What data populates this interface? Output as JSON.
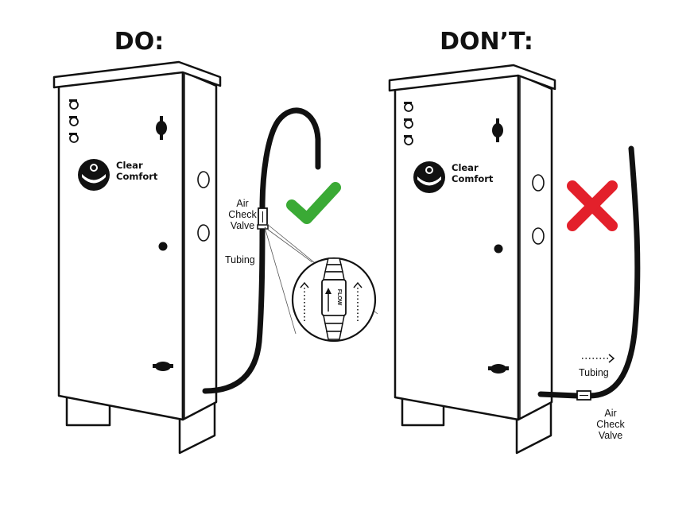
{
  "panels": {
    "do": {
      "heading": "DO:",
      "brand_line1": "Clear",
      "brand_line2": "Comfort",
      "valve_label": [
        "Air",
        "Check",
        "Valve"
      ],
      "tubing_label": "Tubing",
      "inset_flow_text": "FLOW",
      "status_icon": "check-mark-icon"
    },
    "dont": {
      "heading": "DON’T:",
      "brand_line1": "Clear",
      "brand_line2": "Comfort",
      "valve_label": [
        "Air",
        "Check",
        "Valve"
      ],
      "tubing_label": "Tubing",
      "status_icon": "x-mark-icon"
    }
  },
  "colors": {
    "check": "#3aaa35",
    "cross": "#e3202b",
    "ink": "#111111",
    "background": "#ffffff"
  }
}
